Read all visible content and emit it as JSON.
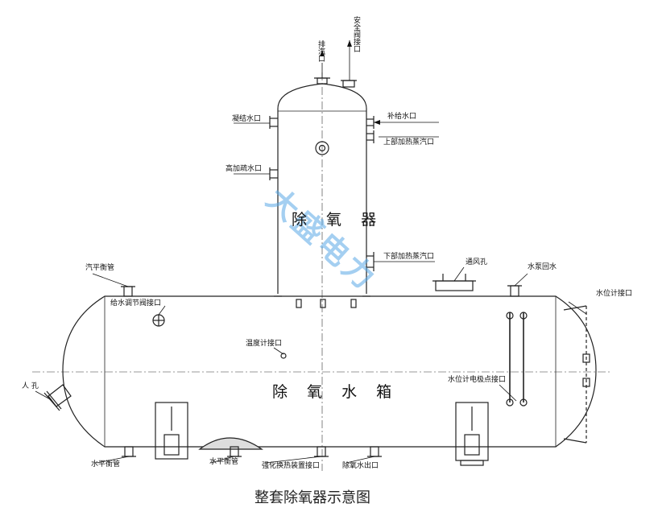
{
  "diagram": {
    "tower_title": "除 氧 器",
    "tank_title": "除 氧 水 箱",
    "caption": "整套除氧器示意图",
    "watermark": "大盛电力",
    "labels": {
      "exhaust_port": "排汽口",
      "safety_valve_port": "安全阀接口",
      "condensate": "凝结水口",
      "makeup_water": "补给水口",
      "upper_heating_steam": "上部加热蒸汽口",
      "hp_drain": "高加疏水口",
      "lower_heating_steam": "下部加热蒸汽口",
      "steam_balance_pipe": "汽平衡管",
      "feed_control_valve": "给水调节阀接口",
      "vent_hole": "通风孔",
      "pump_return": "水泵回水",
      "level_gauge_port": "水位计接口",
      "thermometer_port": "温度计接口",
      "manhole": "人 孔",
      "level_electrode_port": "水位计电极点接口",
      "water_balance_left": "水平衡管",
      "water_balance_mid": "水平衡管",
      "enhanced_heat_exchange": "强化换热装置接口",
      "deaerated_outlet": "除氧水出口"
    }
  }
}
